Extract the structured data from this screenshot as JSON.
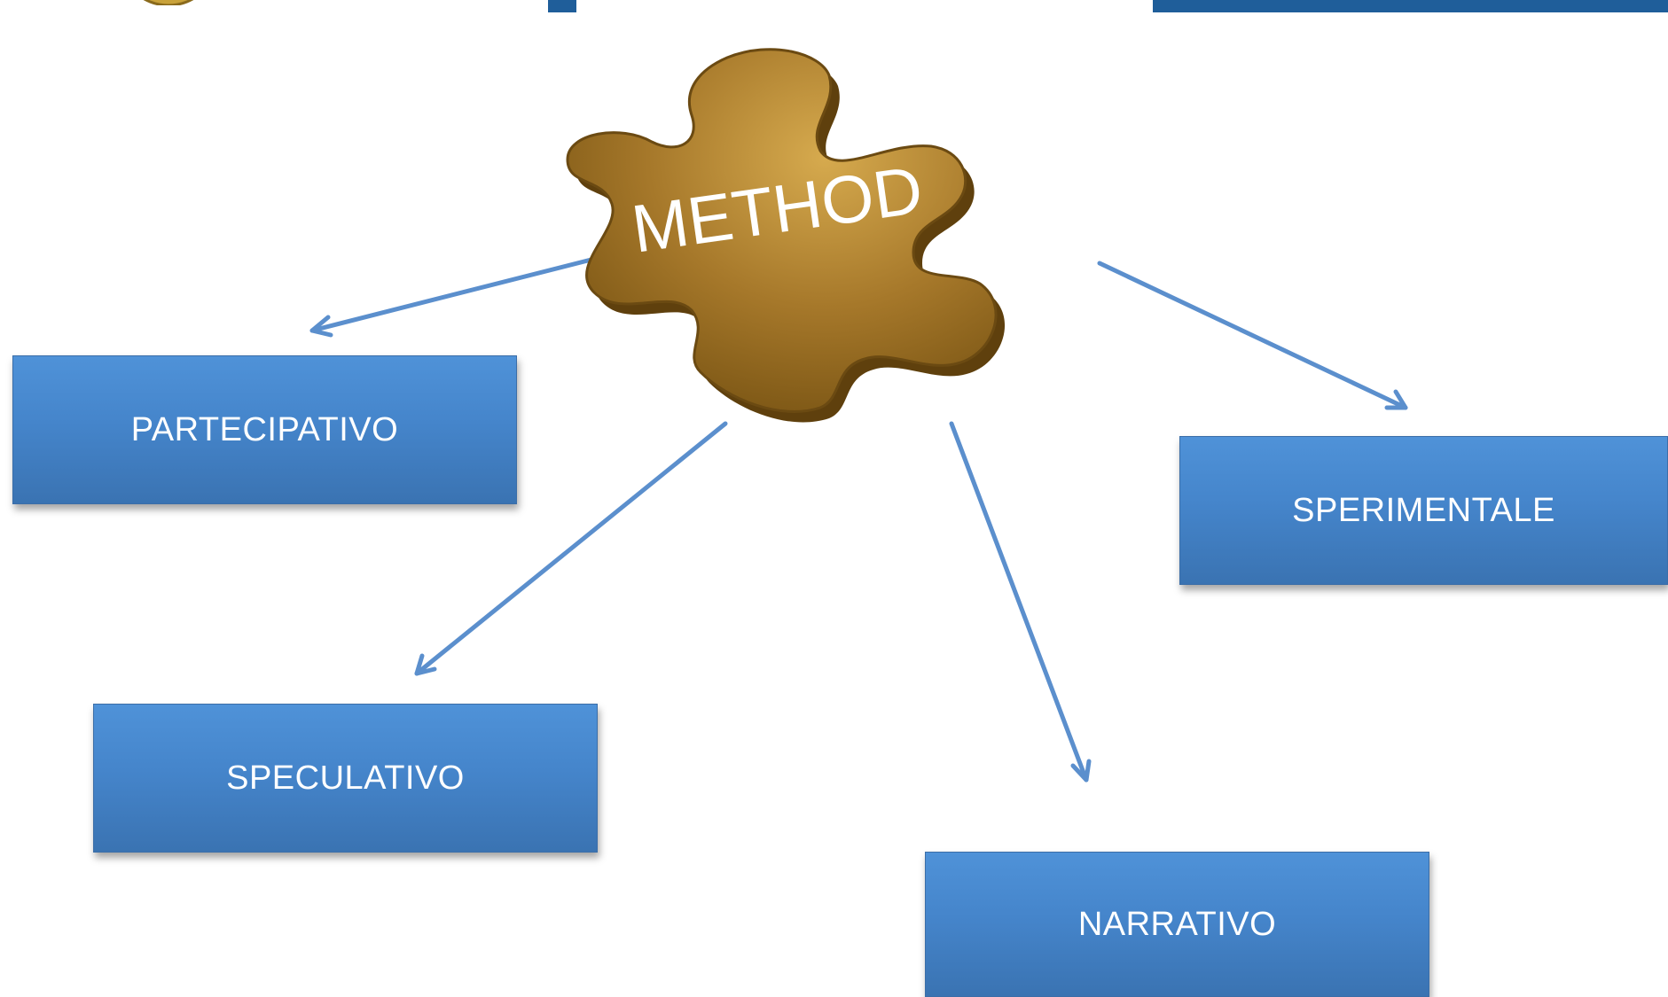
{
  "diagram": {
    "center_label": "METHOD",
    "nodes": {
      "partecipativo": "PARTECIPATIVO",
      "speculativo": "SPECULATIVO",
      "sperimentale": "SPERIMENTALE",
      "narrativo": "NARRATIVO"
    }
  },
  "colors": {
    "box_fill": "#4a8bd2",
    "arrow": "#5b8fcd",
    "puzzle_piece": "#a87c2c",
    "header_bar": "#1f5e9a"
  }
}
